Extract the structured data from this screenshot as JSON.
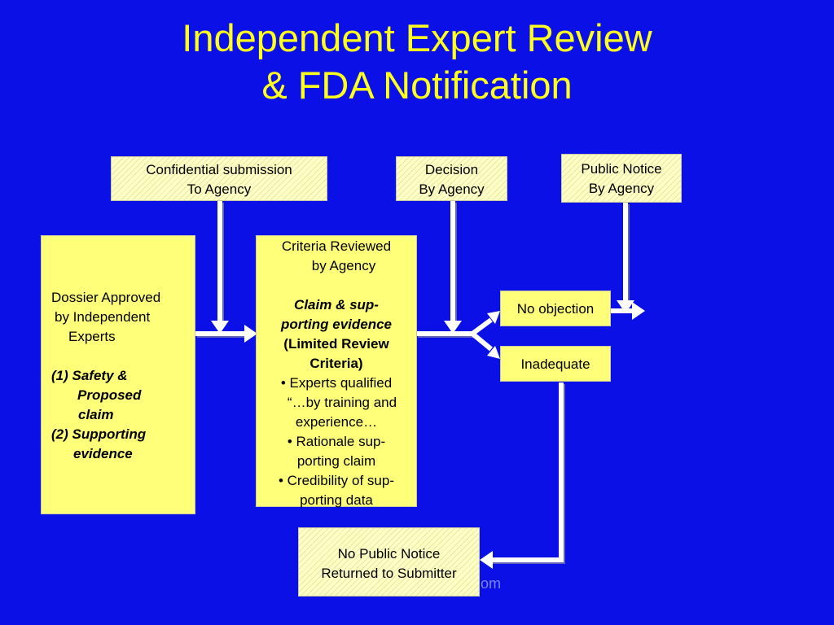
{
  "title": {
    "line1": "Independent Expert Review",
    "line2": "& FDA Notification"
  },
  "boxes": {
    "confidential": {
      "line1": "Confidential submission",
      "line2": "To Agency"
    },
    "decision": {
      "line1": "Decision",
      "line2": "By  Agency"
    },
    "public_notice": {
      "line1": "Public Notice",
      "line2": "By Agency"
    },
    "dossier": {
      "line1": "Dossier Approved",
      "line2": "by Independent",
      "line3": "Experts",
      "item1a": "(1) Safety &",
      "item1b": "Proposed",
      "item1c": "claim",
      "item2a": "(2) Supporting",
      "item2b": "evidence"
    },
    "criteria": {
      "line1": "Criteria Reviewed",
      "line2": "by Agency",
      "bold1": "Claim & sup-",
      "bold2": "porting evidence",
      "bold3": "(Limited Review",
      "bold4": "Criteria)",
      "bullet1a": "• Experts qualified",
      "bullet1b": "“…by training and",
      "bullet1c": "experience…",
      "bullet2a": "• Rationale sup-",
      "bullet2b": "porting claim",
      "bullet3a": "• Credibility of sup-",
      "bullet3b": "porting data"
    },
    "no_objection": {
      "label": "No objection"
    },
    "inadequate": {
      "label": "Inadequate"
    },
    "no_public_notice": {
      "line1": "No Public Notice",
      "line2": "Returned to Submitter"
    }
  },
  "watermark": "om",
  "colors": {
    "background": "#0a10e6",
    "title": "#ffff1e",
    "box_fill_solid": "#ffff7a",
    "box_fill_hatched": "#ffffc8",
    "connector": "#ffffff"
  }
}
